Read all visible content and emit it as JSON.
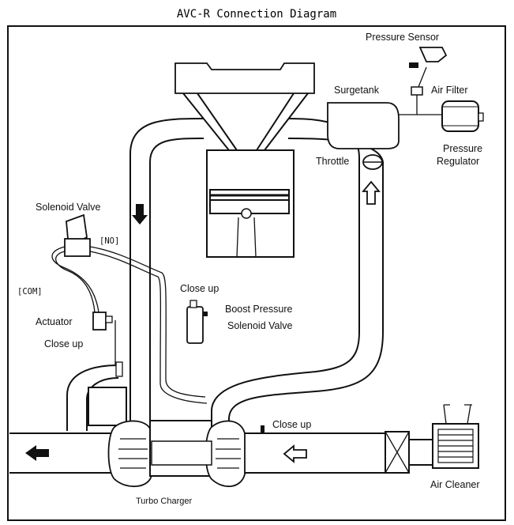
{
  "title": "AVC-R Connection Diagram",
  "labels": {
    "pressure_sensor": "Pressure Sensor",
    "surgetank": "Surgetank",
    "air_filter": "Air Filter",
    "pressure_regulator_line1": "Pressure",
    "pressure_regulator_line2": "Regulator",
    "throttle": "Throttle",
    "solenoid_valve": "Solenoid Valve",
    "no_port": "[NO]",
    "com_port": "[COM]",
    "actuator": "Actuator",
    "close_up_actuator": "Close up",
    "close_up_center": "Close up",
    "boost_line1": "Boost Pressure",
    "boost_line2": "Solenoid Valve",
    "close_up_intake": "Close up",
    "turbo_charger": "Turbo Charger",
    "air_cleaner": "Air Cleaner"
  },
  "colors": {
    "line": "#111111",
    "background": "#ffffff"
  }
}
